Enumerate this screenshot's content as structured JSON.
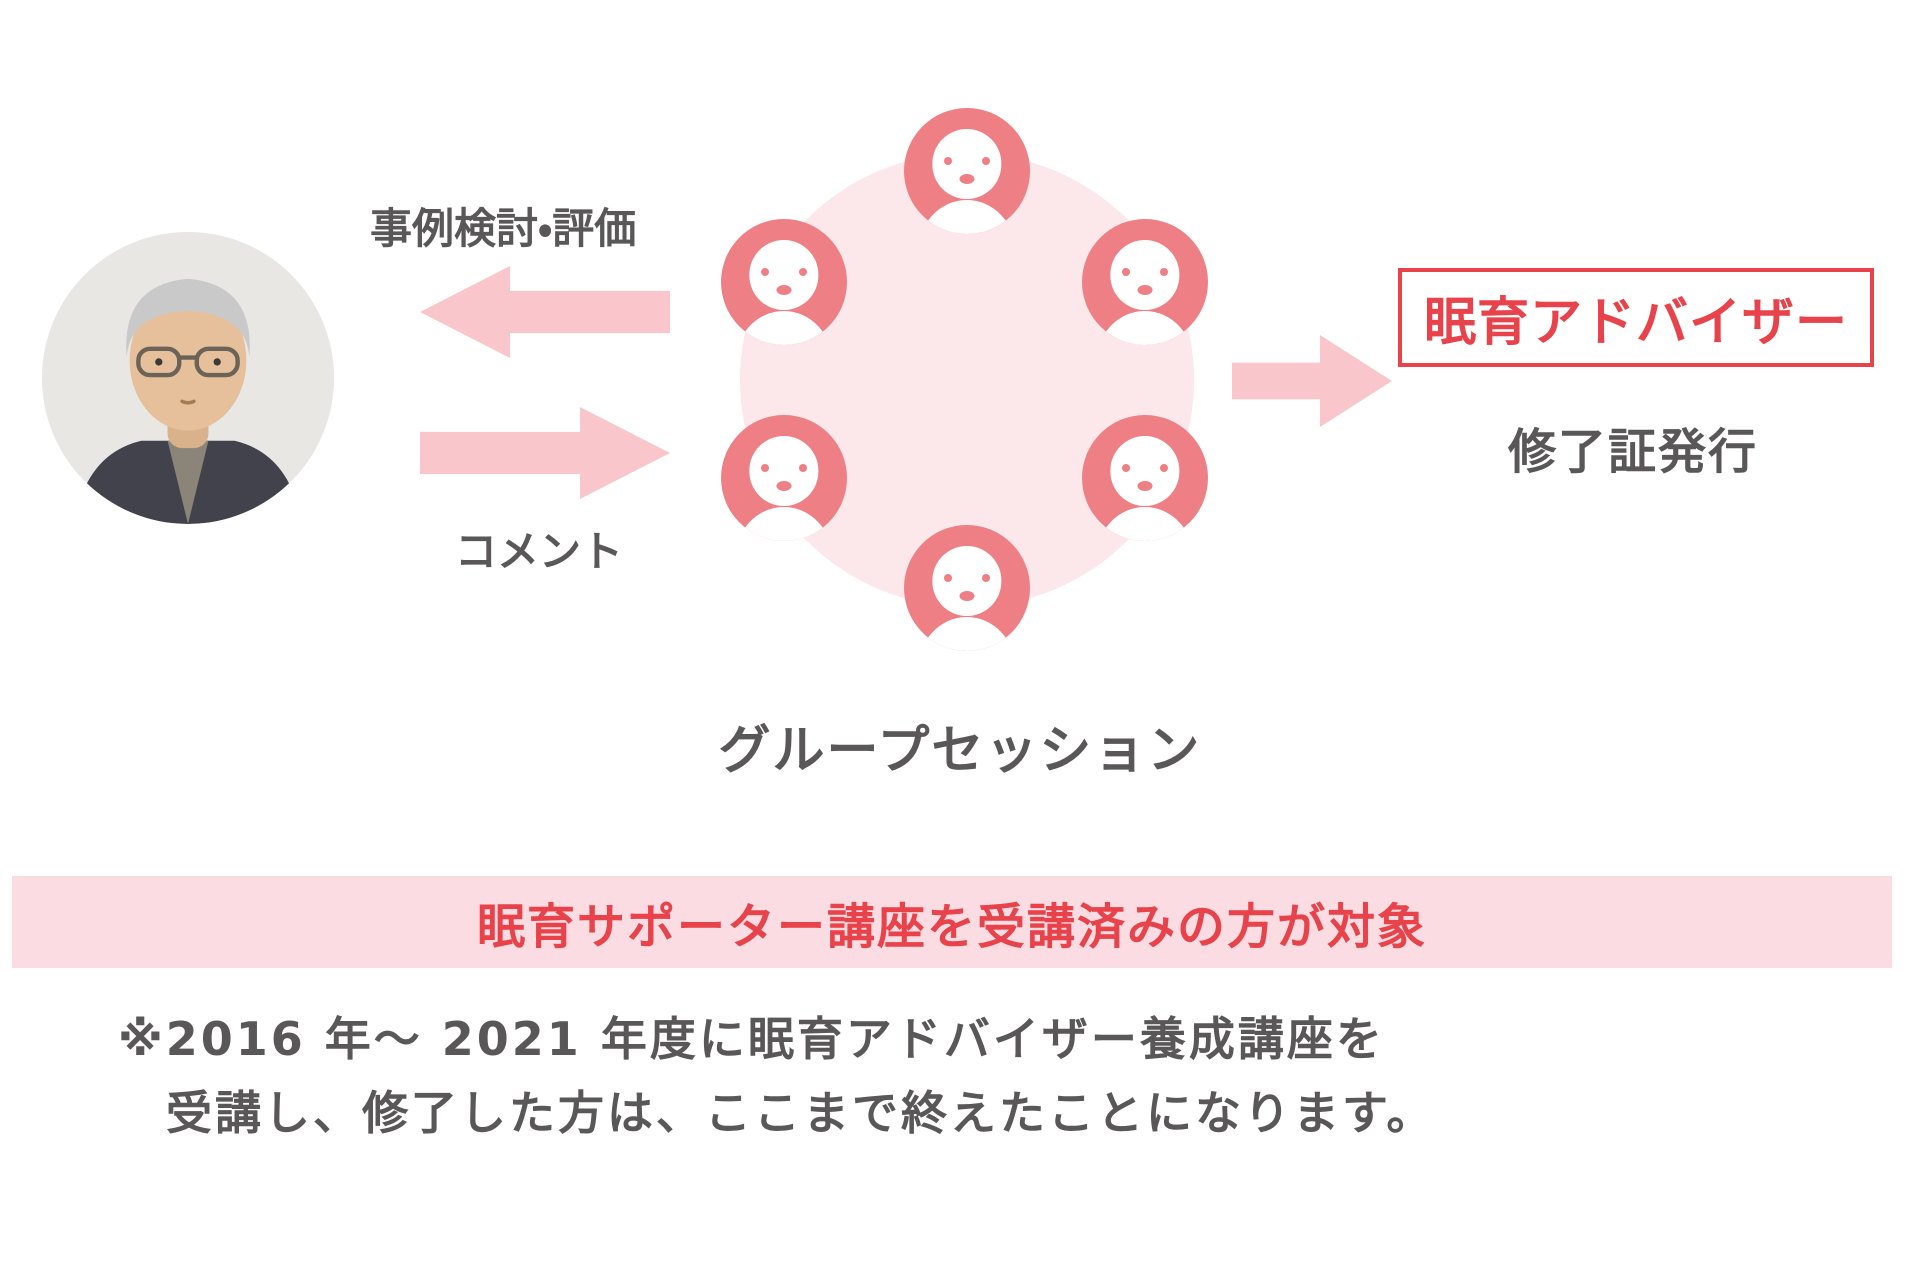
{
  "labels": {
    "case_review": "事例検討・評価",
    "comment": "コメント",
    "group_session": "グループセッション",
    "advisor": "眠育アドバイザー",
    "certificate": "修了証発行",
    "banner": "眠育サポーター講座を受講済みの方が対象",
    "note_line1": "※2016 年〜 2021 年度に眠育アドバイザー養成講座を",
    "note_line2": "受講し、修了した方は、ここまで終えたことになります。"
  },
  "colors": {
    "accent_red": "#e8424a",
    "participant_pink": "#ee7f84",
    "arrow_pink": "#f8c6cb",
    "group_circle_pink": "#fce7ea",
    "banner_bg_pink": "#fadce2",
    "text_gray": "#595757"
  }
}
